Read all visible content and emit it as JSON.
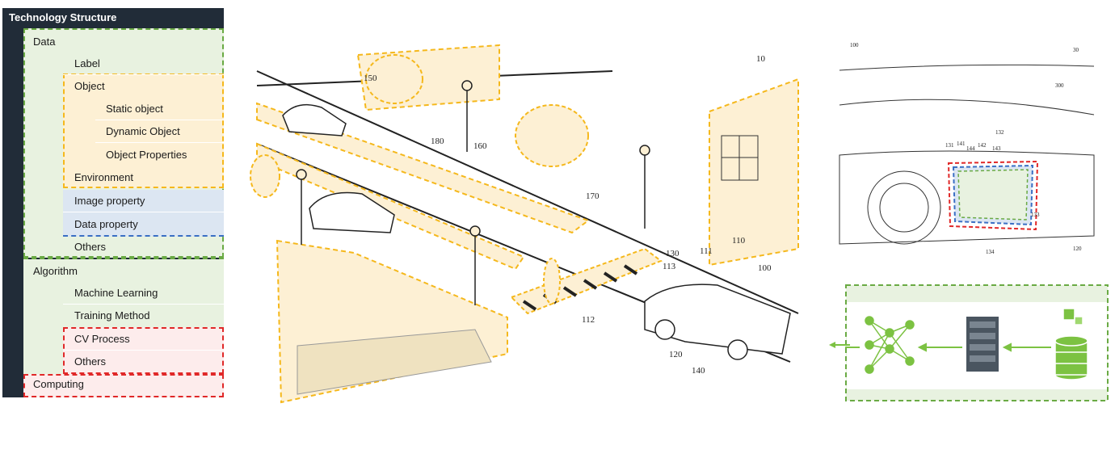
{
  "tree": {
    "title": "Technology Structure",
    "items": [
      {
        "label": "Data"
      },
      {
        "label": "Label"
      },
      {
        "label": "Object"
      },
      {
        "label": "Static object"
      },
      {
        "label": "Dynamic Object"
      },
      {
        "label": "Object Properties"
      },
      {
        "label": "Environment"
      },
      {
        "label": "Image property"
      },
      {
        "label": "Data property"
      },
      {
        "label": "Others"
      },
      {
        "label": "Algorithm"
      },
      {
        "label": "Machine Learning"
      },
      {
        "label": "Training Method"
      },
      {
        "label": "CV Process"
      },
      {
        "label": "Others"
      },
      {
        "label": "Computing"
      }
    ]
  },
  "scene": {
    "refs": [
      "10",
      "150",
      "180",
      "160",
      "170",
      "130",
      "111",
      "110",
      "113",
      "100",
      "112",
      "120",
      "140"
    ]
  },
  "dashboard": {
    "refs": [
      "100",
      "30",
      "300",
      "131",
      "141",
      "144",
      "142",
      "132",
      "143",
      "133",
      "134",
      "120"
    ]
  },
  "colors": {
    "dark": "#212c38",
    "green_fill": "#e8f2e0",
    "green_border": "#6aaa44",
    "yellow_fill": "#fdf0d4",
    "yellow_border": "#f5b81c",
    "blue_fill": "#dce6f2",
    "blue_border": "#3a6fc4",
    "red_fill": "#fdecec",
    "red_border": "#e02828",
    "accent_green": "#7cc242"
  }
}
